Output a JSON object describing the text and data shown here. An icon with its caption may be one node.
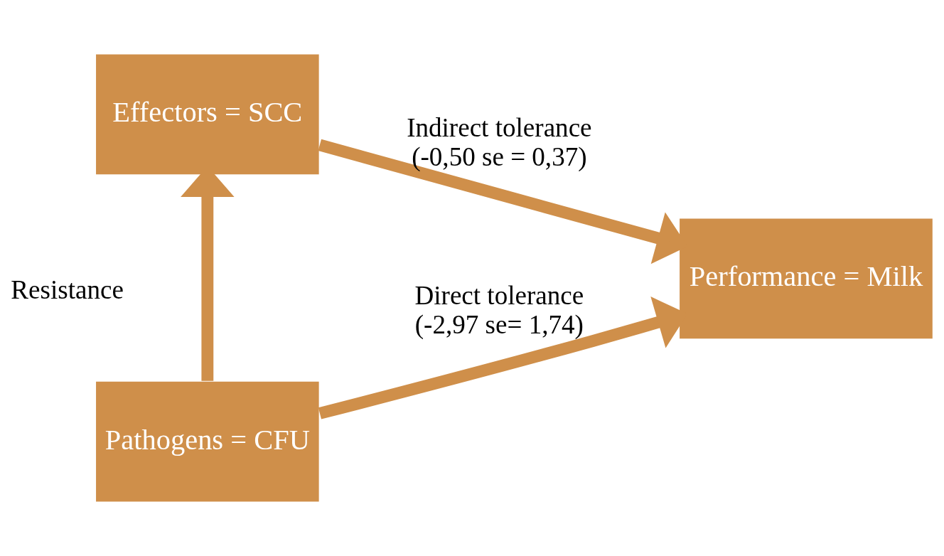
{
  "diagram": {
    "nodes": [
      {
        "text": [
          "Effectors = SCC"
        ]
      },
      {
        "text": [
          "Performance = Milk"
        ]
      },
      {
        "text": [
          "Pathogens = CFU"
        ]
      }
    ],
    "edges": [
      {
        "from": 2,
        "to": 0,
        "arrow": "to",
        "label": "Resistance"
      },
      {
        "from": 0,
        "to": 1,
        "arrow": "to",
        "label": "Indirect tolerance (-0,50 se = 0,37)"
      },
      {
        "from": 2,
        "to": 1,
        "arrow": "to",
        "label": "Direct tolerance (-2,97 se= 1,74)"
      }
    ]
  }
}
